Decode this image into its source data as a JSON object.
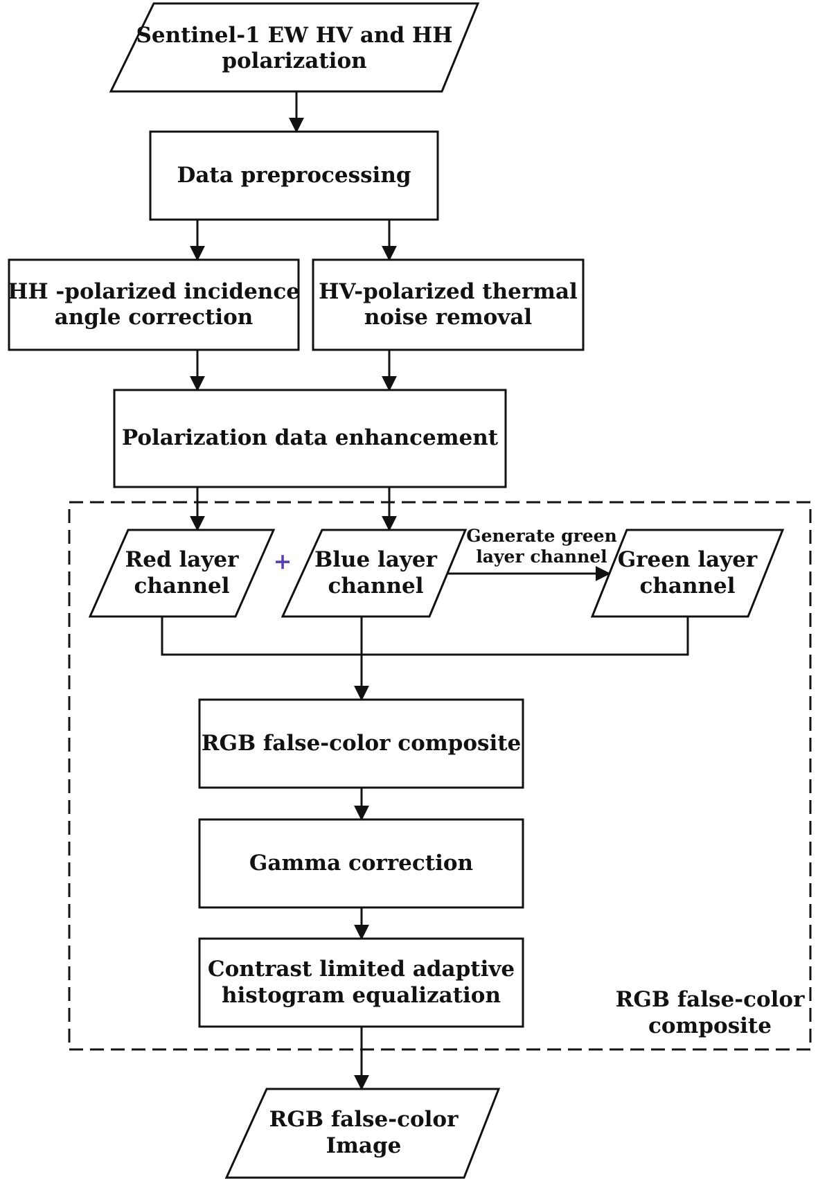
{
  "diagram": {
    "input_node": {
      "line1": "Sentinel-1 EW HV and HH",
      "line2": "polarization"
    },
    "preprocessing": {
      "label": "Data preprocessing"
    },
    "hh_correction": {
      "line1": "HH -polarized incidence",
      "line2": "angle correction"
    },
    "hv_noise": {
      "line1": "HV-polarized thermal",
      "line2": "noise removal"
    },
    "enhancement": {
      "label": "Polarization data enhancement"
    },
    "red_channel": {
      "line1": "Red layer",
      "line2": "channel"
    },
    "plus_symbol": "+",
    "blue_channel": {
      "line1": "Blue layer",
      "line2": "channel"
    },
    "green_arrow_label": {
      "line1": "Generate green",
      "line2": "layer channel"
    },
    "green_channel": {
      "line1": "Green layer",
      "line2": "channel"
    },
    "rgb_composite": {
      "label": "RGB false-color composite"
    },
    "gamma": {
      "label": "Gamma correction"
    },
    "clahe": {
      "line1": "Contrast limited adaptive",
      "line2": "histogram equalization"
    },
    "group_label": {
      "line1": "RGB false-color",
      "line2": "composite"
    },
    "output_node": {
      "line1": "RGB false-color",
      "line2": "Image"
    }
  },
  "colors": {
    "stroke": "#111111",
    "plus": "#5b3fb0",
    "background": "#ffffff"
  }
}
